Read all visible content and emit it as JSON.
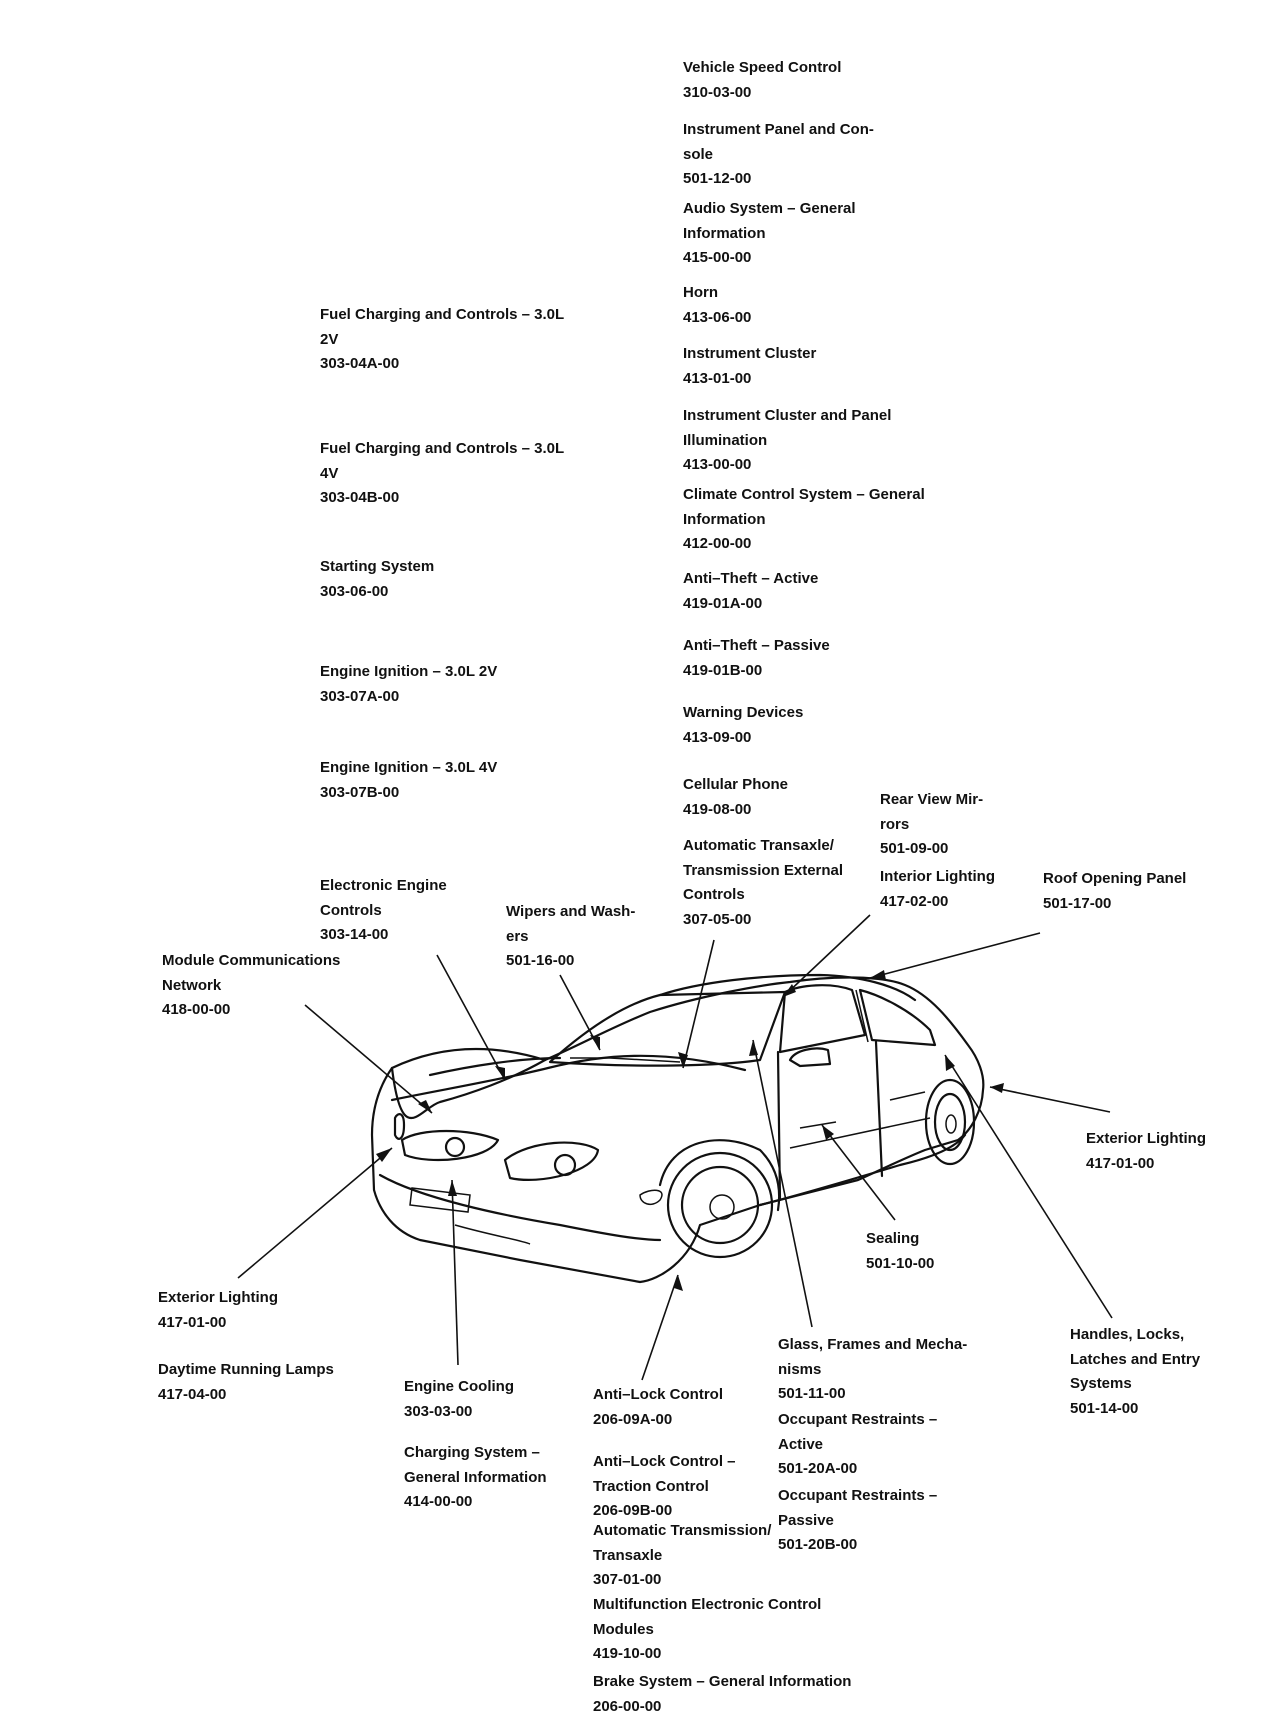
{
  "labels": {
    "vehicle_speed_control": "Vehicle Speed Control\n310-03-00",
    "instrument_panel_console": "Instrument Panel and Con-\nsole\n501-12-00",
    "audio_system": "Audio System – General\nInformation\n415-00-00",
    "horn": "Horn\n413-06-00",
    "instrument_cluster": "Instrument Cluster\n413-01-00",
    "instrument_cluster_illumination": "Instrument Cluster and Panel\nIllumination\n413-00-00",
    "climate_control": "Climate Control System – General\nInformation\n412-00-00",
    "anti_theft_active": "Anti–Theft – Active\n419-01A-00",
    "anti_theft_passive": "Anti–Theft – Passive\n419-01B-00",
    "warning_devices": "Warning Devices\n413-09-00",
    "cellular_phone": "Cellular Phone\n419-08-00",
    "rear_view_mirrors": "Rear View Mir-\nrors\n501-09-00",
    "automatic_transaxle_controls": "Automatic Transaxle/\nTransmission External\nControls\n307-05-00",
    "interior_lighting": "Interior Lighting\n417-02-00",
    "roof_opening_panel": "Roof Opening Panel\n501-17-00",
    "fuel_charging_2v": "Fuel Charging and Controls – 3.0L\n2V\n303-04A-00",
    "fuel_charging_4v": "Fuel Charging and Controls – 3.0L\n4V\n303-04B-00",
    "starting_system": "Starting System\n303-06-00",
    "engine_ignition_2v": "Engine Ignition – 3.0L 2V\n303-07A-00",
    "engine_ignition_4v": "Engine Ignition – 3.0L 4V\n303-07B-00",
    "electronic_engine_controls": "Electronic Engine\nControls\n303-14-00",
    "wipers_washers": "Wipers and Wash-\ners\n501-16-00",
    "module_communications": "Module Communications\nNetwork\n418-00-00",
    "exterior_lighting_right": "Exterior Lighting\n417-01-00",
    "sealing": "Sealing\n501-10-00",
    "exterior_lighting_left": "Exterior Lighting\n417-01-00",
    "daytime_running_lamps": "Daytime Running Lamps\n417-04-00",
    "engine_cooling": "Engine Cooling\n303-03-00",
    "charging_system": "Charging System –\nGeneral Information\n414-00-00",
    "anti_lock_control": "Anti–Lock Control\n206-09A-00",
    "anti_lock_traction": "Anti–Lock Control –\nTraction Control\n206-09B-00",
    "automatic_transmission": "Automatic Transmission/\nTransaxle\n307-01-00",
    "multifunction_modules": "Multifunction Electronic Control\nModules\n419-10-00",
    "brake_system": "Brake System – General Information\n206-00-00",
    "glass_frames": "Glass, Frames and Mecha-\nnisms\n501-11-00",
    "occupant_restraints_active": "Occupant Restraints –\nActive\n501-20A-00",
    "occupant_restraints_passive": "Occupant Restraints –\nPassive\n501-20B-00",
    "handles_locks": "Handles, Locks,\nLatches and Entry\nSystems\n501-14-00"
  }
}
